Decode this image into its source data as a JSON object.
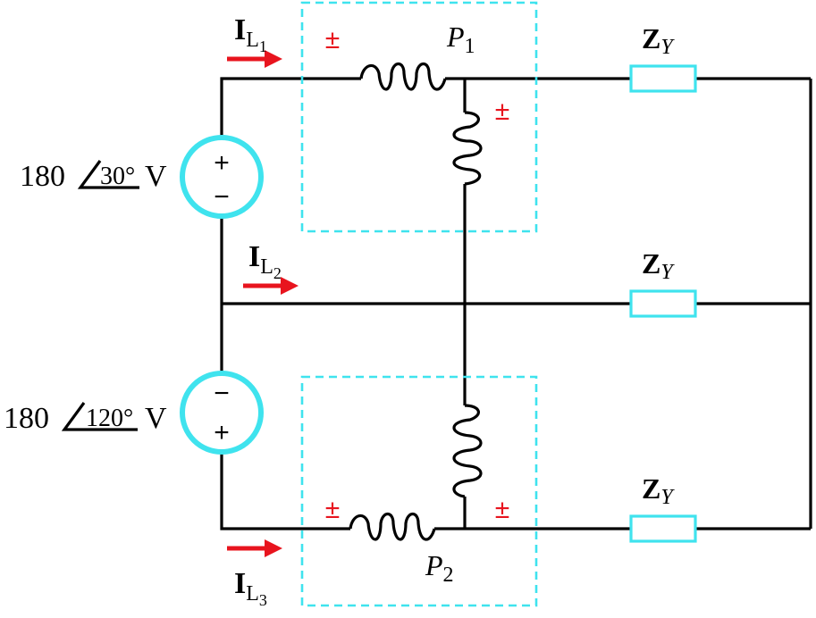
{
  "colors": {
    "wire": "#000000",
    "source_ring": "#3fe3ee",
    "meter_box": "#3fe3ee",
    "impedance_box": "#3fe3ee",
    "arrow_and_polarity": "#e8141e"
  },
  "currents": {
    "l1": {
      "symbol": "I",
      "subscript": "L",
      "subsubscript": "1"
    },
    "l2": {
      "symbol": "I",
      "subscript": "L",
      "subsubscript": "2"
    },
    "l3": {
      "symbol": "I",
      "subscript": "L",
      "subsubscript": "3"
    }
  },
  "sources": {
    "top": {
      "magnitude": "180",
      "angle": "30°",
      "unit": "V",
      "upper_sign": "+",
      "lower_sign": "−"
    },
    "bottom": {
      "magnitude": "180",
      "angle": "120°",
      "unit": "V",
      "upper_sign": "−",
      "lower_sign": "+"
    }
  },
  "wattmeters": {
    "p1": {
      "letter": "P",
      "index": "1"
    },
    "p2": {
      "letter": "P",
      "index": "2"
    }
  },
  "polarity_mark": "±",
  "loads": [
    {
      "letter": "Z",
      "subscript": "Y"
    },
    {
      "letter": "Z",
      "subscript": "Y"
    },
    {
      "letter": "Z",
      "subscript": "Y"
    }
  ]
}
